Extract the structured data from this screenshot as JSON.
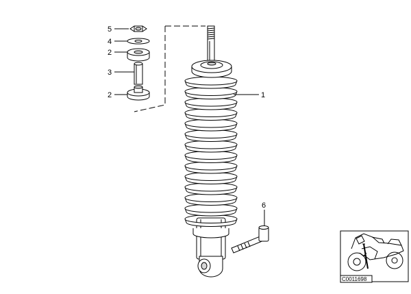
{
  "callouts": {
    "p1": "1",
    "p2a": "2",
    "p2b": "2",
    "p3": "3",
    "p4": "4",
    "p5": "5",
    "p6": "6"
  },
  "reference_code": "C0011698"
}
